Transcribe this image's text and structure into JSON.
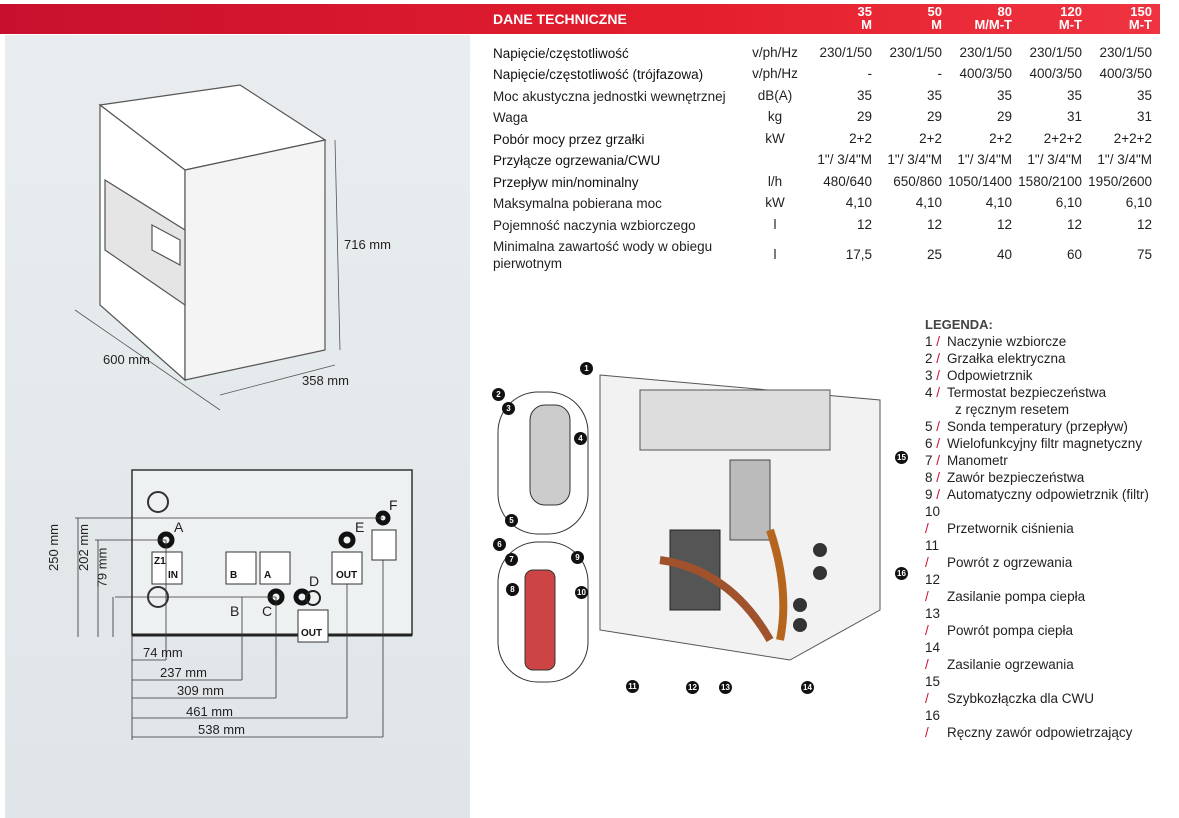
{
  "table": {
    "title": "DANE TECHNICZNE",
    "columns": [
      {
        "top": "35",
        "bottom": "M"
      },
      {
        "top": "50",
        "bottom": "M"
      },
      {
        "top": "80",
        "bottom": "M/M-T"
      },
      {
        "top": "120",
        "bottom": "M-T"
      },
      {
        "top": "150",
        "bottom": "M-T"
      }
    ],
    "rows": [
      {
        "label": "Napięcie/częstotliwość",
        "unit": "v/ph/Hz",
        "values": [
          "230/1/50",
          "230/1/50",
          "230/1/50",
          "230/1/50",
          "230/1/50"
        ]
      },
      {
        "label": "Napięcie/częstotliwość (trójfazowa)",
        "unit": "v/ph/Hz",
        "values": [
          "-",
          "-",
          "400/3/50",
          "400/3/50",
          "400/3/50"
        ]
      },
      {
        "label": "Moc akustyczna jednostki wewnętrznej",
        "unit": "dB(A)",
        "values": [
          "35",
          "35",
          "35",
          "35",
          "35"
        ]
      },
      {
        "label": "Waga",
        "unit": "kg",
        "values": [
          "29",
          "29",
          "29",
          "31",
          "31"
        ]
      },
      {
        "label": "Pobór mocy przez grzałki",
        "unit": "kW",
        "values": [
          "2+2",
          "2+2",
          "2+2",
          "2+2+2",
          "2+2+2"
        ]
      },
      {
        "label": "Przyłącze ogrzewania/CWU",
        "unit": "",
        "values": [
          "1\"/ 3/4\"M",
          "1\"/ 3/4\"M",
          "1\"/ 3/4\"M",
          "1\"/ 3/4\"M",
          "1\"/ 3/4\"M"
        ]
      },
      {
        "label": "Przepływ min/nominalny",
        "unit": "l/h",
        "values": [
          "480/640",
          "650/860",
          "1050/1400",
          "1580/2100",
          "1950/2600"
        ]
      },
      {
        "label": "Maksymalna pobierana moc",
        "unit": "kW",
        "values": [
          "4,10",
          "4,10",
          "4,10",
          "6,10",
          "6,10"
        ]
      },
      {
        "label": "Pojemność naczynia wzbiorczego",
        "unit": "l",
        "values": [
          "12",
          "12",
          "12",
          "12",
          "12"
        ]
      },
      {
        "label": "Minimalna zawartość wody w obiegu pierwotnym",
        "unit": "l",
        "values": [
          "17,5",
          "25",
          "40",
          "60",
          "75"
        ]
      }
    ]
  },
  "dimensions": {
    "height": "716 mm",
    "width": "600 mm",
    "depth": "358 mm",
    "vertical": [
      "250 mm",
      "202 mm",
      "79 mm"
    ],
    "horizontal": [
      "74 mm",
      "237 mm",
      "309 mm",
      "461 mm",
      "538 mm"
    ],
    "connections": [
      "A",
      "B",
      "C",
      "D",
      "E",
      "F"
    ],
    "labels": {
      "z1": "Z1",
      "in": "IN",
      "out": "OUT",
      "b": "B",
      "a": "A"
    }
  },
  "legend": {
    "title": "LEGENDA:",
    "items": [
      {
        "n": "1",
        "text": "Naczynie wzbiorcze"
      },
      {
        "n": "2",
        "text": "Grzałka elektryczna"
      },
      {
        "n": "3",
        "text": "Odpowietrznik"
      },
      {
        "n": "4",
        "text": "Termostat bezpieczeństwa"
      },
      {
        "n": "",
        "text": "z ręcznym resetem"
      },
      {
        "n": "5",
        "text": "Sonda temperatury (przepływ)"
      },
      {
        "n": "6",
        "text": "Wielofunkcyjny filtr magnetyczny"
      },
      {
        "n": "7",
        "text": "Manometr"
      },
      {
        "n": "8",
        "text": "Zawór bezpieczeństwa"
      },
      {
        "n": "9",
        "text": "Automatyczny odpowietrznik (filtr)"
      },
      {
        "n": "10",
        "text": "Przetwornik ciśnienia"
      },
      {
        "n": "11",
        "text": "Powrót z ogrzewania"
      },
      {
        "n": "12",
        "text": "Zasilanie pompa ciepła"
      },
      {
        "n": "13",
        "text": "Powrót pompa ciepła"
      },
      {
        "n": "14",
        "text": "Zasilanie ogrzewania"
      },
      {
        "n": "15",
        "text": "Szybkozłączka dla CWU"
      },
      {
        "n": "16",
        "text": "Ręczny zawór odpowietrzający"
      }
    ]
  },
  "callouts": [
    "1",
    "2",
    "3",
    "4",
    "5",
    "6",
    "7",
    "8",
    "9",
    "10",
    "11",
    "12",
    "13",
    "14",
    "15",
    "16"
  ]
}
